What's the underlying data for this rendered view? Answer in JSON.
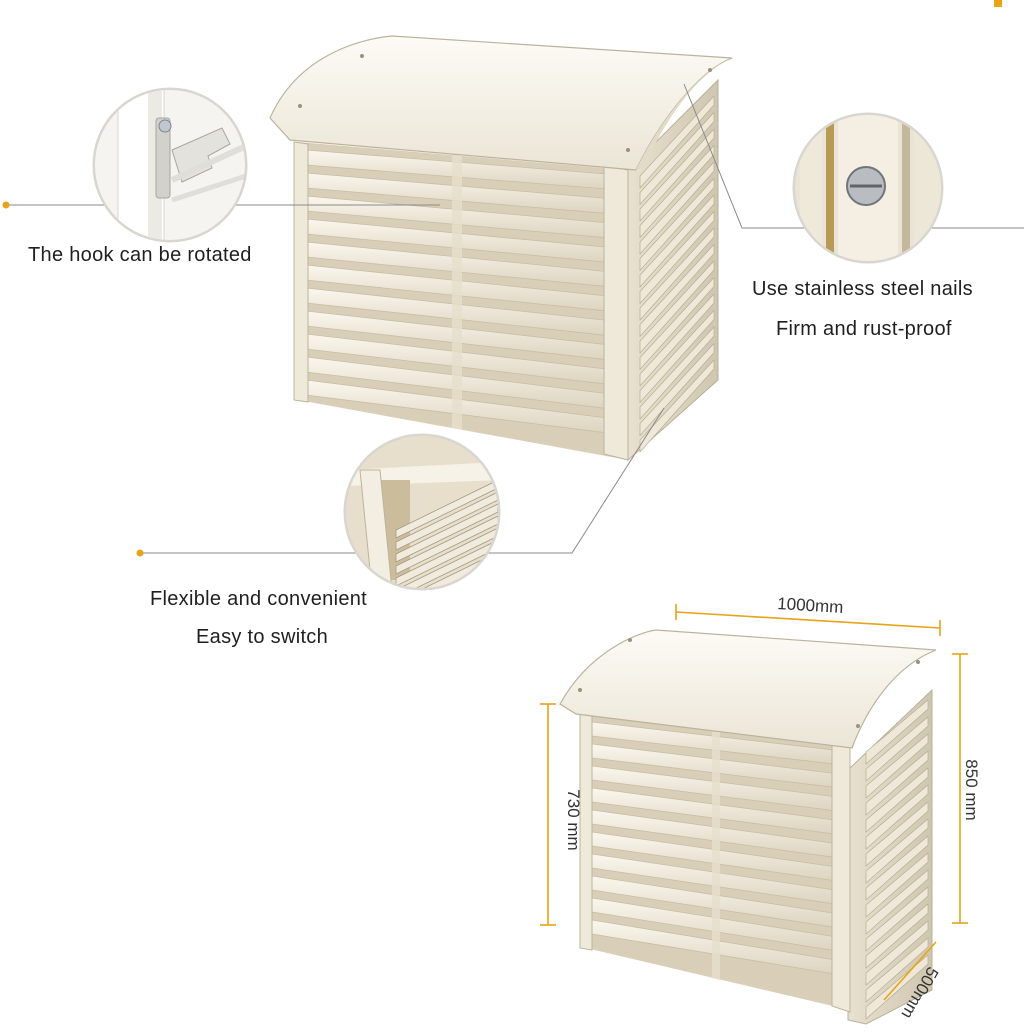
{
  "features": {
    "hook": {
      "label": "The hook can be rotated"
    },
    "nails": {
      "line1": "Use stainless steel nails",
      "line2": "Firm and rust-proof"
    },
    "switch": {
      "line1": "Flexible and convenient",
      "line2": "Easy to switch"
    }
  },
  "dimensions": {
    "width": "1000mm",
    "front_height": "730 mm",
    "back_height": "850 mm",
    "depth": "500mm"
  },
  "colors": {
    "accent": "#e8a317",
    "dimension_line": "#e8a317",
    "panel": "#f4efe3",
    "callout_line": "#8a8a8a"
  }
}
